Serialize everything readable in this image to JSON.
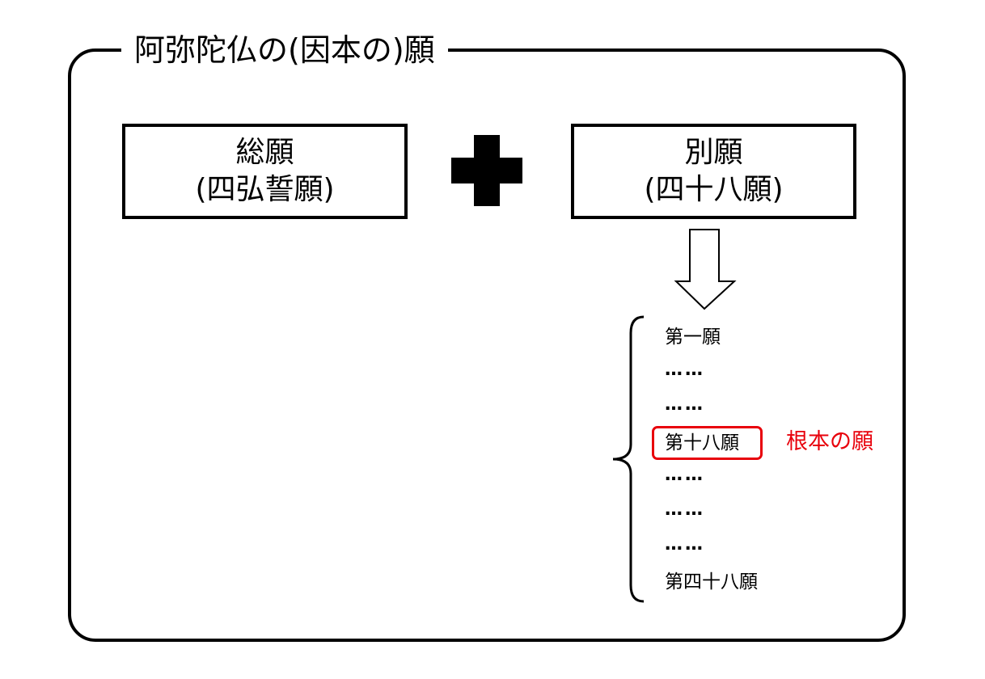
{
  "title": "阿弥陀仏の(因本の)願",
  "general_vow": {
    "line1": "総願",
    "line2": "(四弘誓願)"
  },
  "specific_vow": {
    "line1": "別願",
    "line2": "(四十八願)"
  },
  "list": {
    "first": "第一願",
    "dots": "……",
    "eighteenth": "第十八願",
    "last": "第四十八願"
  },
  "root_vow_label": "根本の願",
  "colors": {
    "line": "#000000",
    "highlight": "#e8000b"
  },
  "icons": {
    "plus": "plus-icon",
    "arrow": "down-arrow-icon",
    "brace": "left-brace"
  }
}
